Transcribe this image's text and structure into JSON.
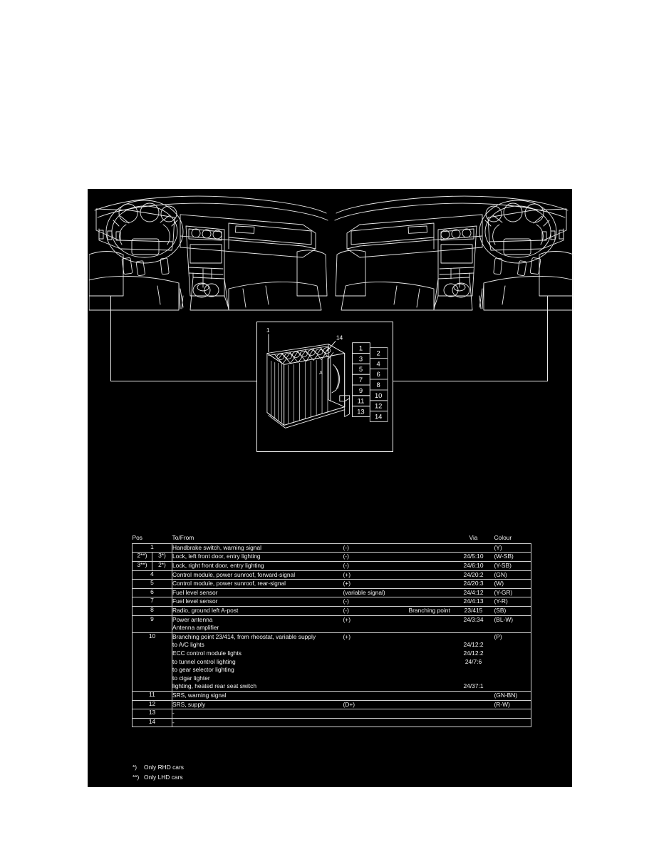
{
  "document": {
    "type": "wiring-diagram-connector-pinout"
  },
  "illustrations": [
    {
      "name": "dashboard-lhd",
      "variant": "LHD",
      "steering_side": "left"
    },
    {
      "name": "dashboard-rhd",
      "variant": "RHD",
      "steering_side": "right"
    }
  ],
  "connector": {
    "callout_first_pin": "1",
    "callout_last_pin": "14",
    "pin_grid": {
      "left_column": [
        "1",
        "3",
        "5",
        "7",
        "9",
        "11",
        "13"
      ],
      "right_column": [
        "2",
        "4",
        "6",
        "8",
        "10",
        "12",
        "14"
      ]
    }
  },
  "table": {
    "headers": {
      "pos": "Pos",
      "tofrom": "To/From",
      "via": "Via",
      "colour": "Colour"
    },
    "rows": [
      {
        "pos": "1",
        "pos_split": null,
        "desc": [
          "Handbrake switch, warning signal"
        ],
        "sign": "(-)",
        "branch": "",
        "via": [
          ""
        ],
        "colour": "(Y)"
      },
      {
        "pos": null,
        "pos_split": [
          "2**)",
          "3*)"
        ],
        "desc": [
          "Lock, left front door, entry lighting"
        ],
        "sign": "(-)",
        "branch": "",
        "via": [
          "24/5:10"
        ],
        "colour": "(W-SB)"
      },
      {
        "pos": null,
        "pos_split": [
          "3**)",
          "2*)"
        ],
        "desc": [
          "Lock, right front door, entry lighting"
        ],
        "sign": "(-)",
        "branch": "",
        "via": [
          "24/6:10"
        ],
        "colour": "(Y-SB)"
      },
      {
        "pos": "4",
        "pos_split": null,
        "desc": [
          "Control module, power sunroof, forward-signal"
        ],
        "sign": "(+)",
        "branch": "",
        "via": [
          "24/20:2"
        ],
        "colour": "(GN)"
      },
      {
        "pos": "5",
        "pos_split": null,
        "desc": [
          "Control module, power sunroof, rear-signal"
        ],
        "sign": "(+)",
        "branch": "",
        "via": [
          "24/20:3"
        ],
        "colour": "(W)"
      },
      {
        "pos": "6",
        "pos_split": null,
        "desc": [
          "Fuel level sensor"
        ],
        "sign": "(variable signal)",
        "branch": "",
        "via": [
          "24/4:12"
        ],
        "colour": "(Y-GR)"
      },
      {
        "pos": "7",
        "pos_split": null,
        "desc": [
          "Fuel level sensor"
        ],
        "sign": "(-)",
        "branch": "",
        "via": [
          "24/4:13"
        ],
        "colour": "(Y-R)"
      },
      {
        "pos": "8",
        "pos_split": null,
        "desc": [
          "Radio, ground left A-post"
        ],
        "sign": "(-)",
        "branch": "Branching point",
        "via": [
          "23/415"
        ],
        "colour": "(SB)"
      },
      {
        "pos": "9",
        "pos_split": null,
        "desc": [
          "Power antenna",
          "Antenna amplifier"
        ],
        "sign": "(+)",
        "branch": "",
        "via": [
          "24/3:34",
          ""
        ],
        "colour": "(BL-W)"
      },
      {
        "pos": "10",
        "pos_split": null,
        "desc": [
          "Branching point 23/414, from rheostat, variable supply",
          "to A/C lights",
          "ECC control module lights",
          "to tunnel control lighting",
          "to gear selector lighting",
          "to cigar lighter",
          "lighting, heated rear seat switch"
        ],
        "sign": "(+)",
        "branch": "",
        "via": [
          "",
          "24/12:2",
          "24/12:2",
          "24/7:6",
          "",
          "",
          "24/37:1"
        ],
        "colour": "(P)"
      },
      {
        "pos": "11",
        "pos_split": null,
        "desc": [
          "SRS, warning signal"
        ],
        "sign": "",
        "branch": "",
        "via": [
          ""
        ],
        "colour": "(GN-BN)"
      },
      {
        "pos": "12",
        "pos_split": null,
        "desc": [
          "SRS, supply"
        ],
        "sign": "(D+)",
        "branch": "",
        "via": [
          ""
        ],
        "colour": "(R-W)"
      },
      {
        "pos": "13",
        "pos_split": null,
        "desc": [
          "-"
        ],
        "sign": "",
        "branch": "",
        "via": [
          ""
        ],
        "colour": ""
      },
      {
        "pos": "14",
        "pos_split": null,
        "desc": [
          "-"
        ],
        "sign": "",
        "branch": "",
        "via": [
          ""
        ],
        "colour": ""
      }
    ]
  },
  "footnotes": [
    {
      "mark": "*)",
      "text": "Only RHD cars"
    },
    {
      "mark": "**)",
      "text": "Only LHD cars"
    }
  ]
}
